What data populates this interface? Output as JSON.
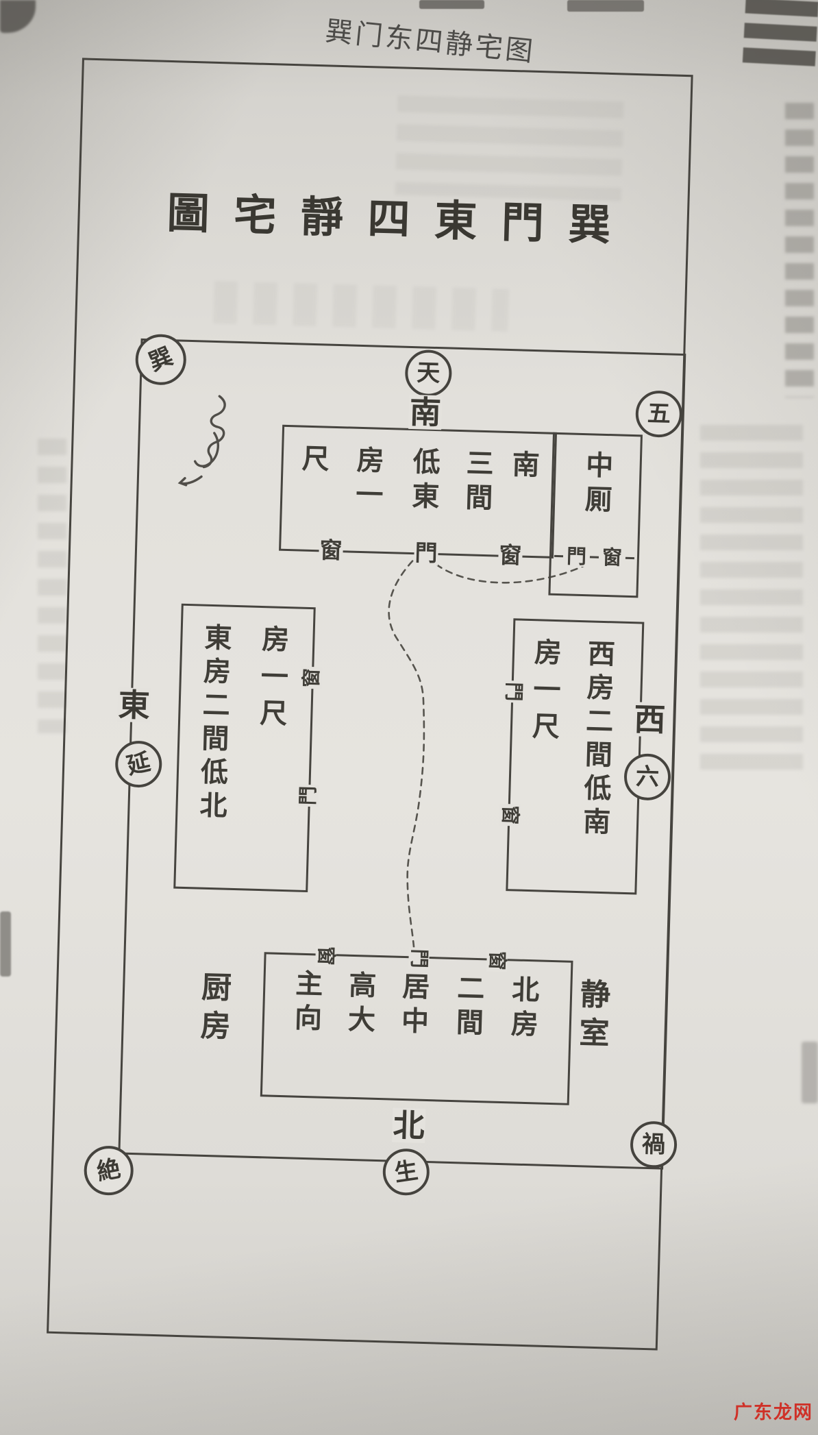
{
  "page": {
    "printed_title": "巽门东四静宅图",
    "watermark": "广东龙网"
  },
  "diagram": {
    "title_chars": [
      "圖",
      "宅",
      "靜",
      "四",
      "東",
      "門",
      "巽"
    ],
    "markers": {
      "top_left_circle": "巽",
      "top_center_circle": "天",
      "top_center_label": "南",
      "top_right_circle": "五",
      "left_label": "東",
      "left_circle": "延",
      "right_label": "西",
      "right_circle": "六",
      "bottom_left_circle": "絶",
      "bottom_center_label": "北",
      "bottom_center_circle": "生",
      "bottom_right_circle": "禍"
    },
    "south_room": {
      "cols": [
        "尺",
        "房一",
        "低東",
        "三間",
        "南"
      ],
      "openings": [
        "窗",
        "門",
        "窗"
      ]
    },
    "privy": {
      "label": "中厠",
      "openings": [
        "門",
        "窗"
      ]
    },
    "east_room": {
      "col_left": "東房二間低北",
      "col_right": "房一尺",
      "opening_top": "窗",
      "opening_bottom": "門"
    },
    "west_room": {
      "col_left": "房一尺",
      "col_right": "西房二間低南",
      "opening_top": "門",
      "opening_bottom": "窗"
    },
    "north_room": {
      "cols": [
        "主向",
        "高大",
        "居中",
        "二間",
        "北房"
      ],
      "openings": [
        "窗",
        "門",
        "窗"
      ]
    },
    "kitchen": "厨房",
    "quiet_room": "静室"
  }
}
